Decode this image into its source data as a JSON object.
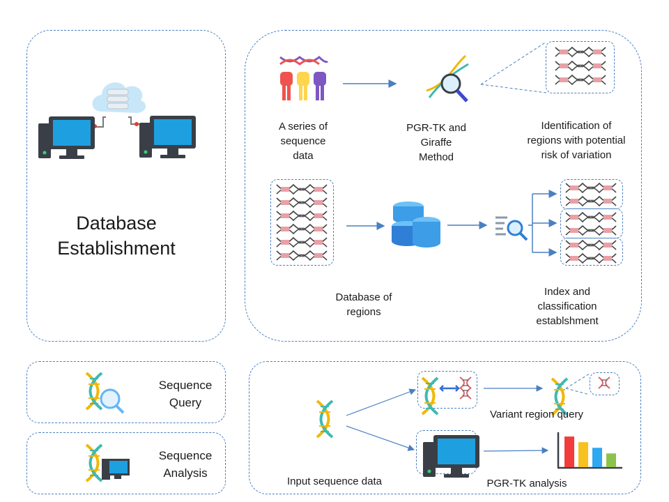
{
  "db_panel": {
    "title": "Database\nEstablishment"
  },
  "pipeline": {
    "series_label": "A series of\nsequence\ndata",
    "method_label": "PGR-TK and\nGiraffe\nMethod",
    "identify_label": "Identification of\nregions with potential\nrisk of variation",
    "database_label": "Database of\nregions",
    "index_label": "Index and\nclassification\nestablshment"
  },
  "query_panel": {
    "title": "Sequence\nQuery"
  },
  "analysis_panel": {
    "title": "Sequence\nAnalysis"
  },
  "workflow": {
    "input_label": "Input sequence data",
    "variant_label": "Variant region query",
    "pgr_label": "PGR-TK analysis"
  },
  "colors": {
    "border": "#4a7fc1",
    "monitor_blue": "#1e9fe0",
    "dna_red": "#d9626a",
    "dna_teal": "#3fb9b0",
    "dna_yellow": "#f2b705",
    "bar_colors": [
      "#f23b3b",
      "#f7c21f",
      "#2ea8f0",
      "#8bc34a"
    ]
  },
  "chart_data": {
    "type": "bar",
    "categories": [
      "",
      "",
      "",
      ""
    ],
    "values": [
      38,
      31,
      24,
      17
    ],
    "ylim": [
      0,
      45
    ],
    "grid": false
  }
}
